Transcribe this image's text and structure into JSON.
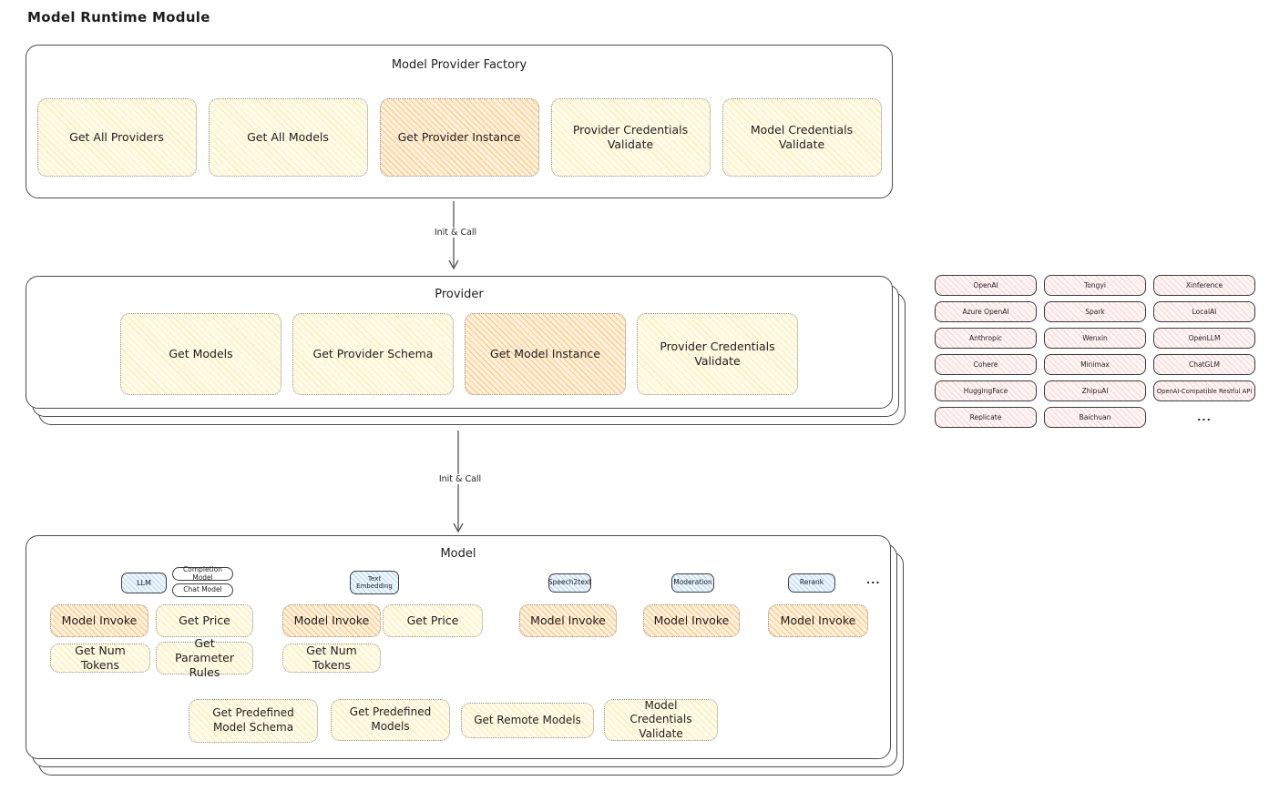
{
  "page_title": "Model Runtime Module",
  "arrows": {
    "label1": "Init & Call",
    "label2": "Init & Call"
  },
  "factory": {
    "title": "Model Provider Factory",
    "buttons": [
      {
        "label": "Get All Providers"
      },
      {
        "label": "Get All Models"
      },
      {
        "label": "Get Provider Instance"
      },
      {
        "label": "Provider Credentials Validate"
      },
      {
        "label": "Model Credentials Validate"
      }
    ]
  },
  "provider": {
    "title": "Provider",
    "buttons": [
      {
        "label": "Get Models"
      },
      {
        "label": "Get Provider Schema"
      },
      {
        "label": "Get Model Instance"
      },
      {
        "label": "Provider Credentials Validate"
      }
    ]
  },
  "providers_grid": {
    "columns": [
      [
        "OpenAI",
        "Azure OpenAI",
        "Anthropic",
        "Cohere",
        "HuggingFace",
        "Replicate"
      ],
      [
        "Tongyi",
        "Spark",
        "Wenxin",
        "Minimax",
        "ZhipuAI",
        "Baichuan"
      ],
      [
        "Xinference",
        "LocalAI",
        "OpenLLM",
        "ChatGLM",
        "OpenAI-Compatible Restful API"
      ]
    ],
    "more_label": "..."
  },
  "model": {
    "title": "Model",
    "llm": {
      "badge": "LLM",
      "sub_badges": [
        "Completion Model",
        "Chat Model"
      ],
      "ops": [
        "Model Invoke",
        "Get Price",
        "Get Num Tokens",
        "Get Parameter Rules"
      ]
    },
    "text_embedding": {
      "badge": "Text Embedding",
      "ops": [
        "Model Invoke",
        "Get Price",
        "Get Num Tokens"
      ]
    },
    "speech2text": {
      "badge": "Speech2text",
      "ops": [
        "Model Invoke"
      ]
    },
    "moderation": {
      "badge": "Moderation",
      "ops": [
        "Model Invoke"
      ]
    },
    "rerank": {
      "badge": "Rerank",
      "ops": [
        "Model Invoke"
      ]
    },
    "more_label": "...",
    "bottom_ops": [
      "Get Predefined Model Schema",
      "Get Predefined Models",
      "Get Remote Models",
      "Model Credentials Validate"
    ]
  },
  "colors": {
    "yellow_fill": "#fffcee",
    "yellow_hatch": "#ffd966",
    "orange_fill": "#fff3dd",
    "orange_hatch": "#ffa64d",
    "pink_fill": "#fff6f6",
    "pink_hatch": "#ffaaaa",
    "blue_fill": "#eef6fd",
    "blue_hatch": "#78b4f0",
    "box_stroke": "#4a4a4a",
    "text": "#1e1e1e"
  }
}
